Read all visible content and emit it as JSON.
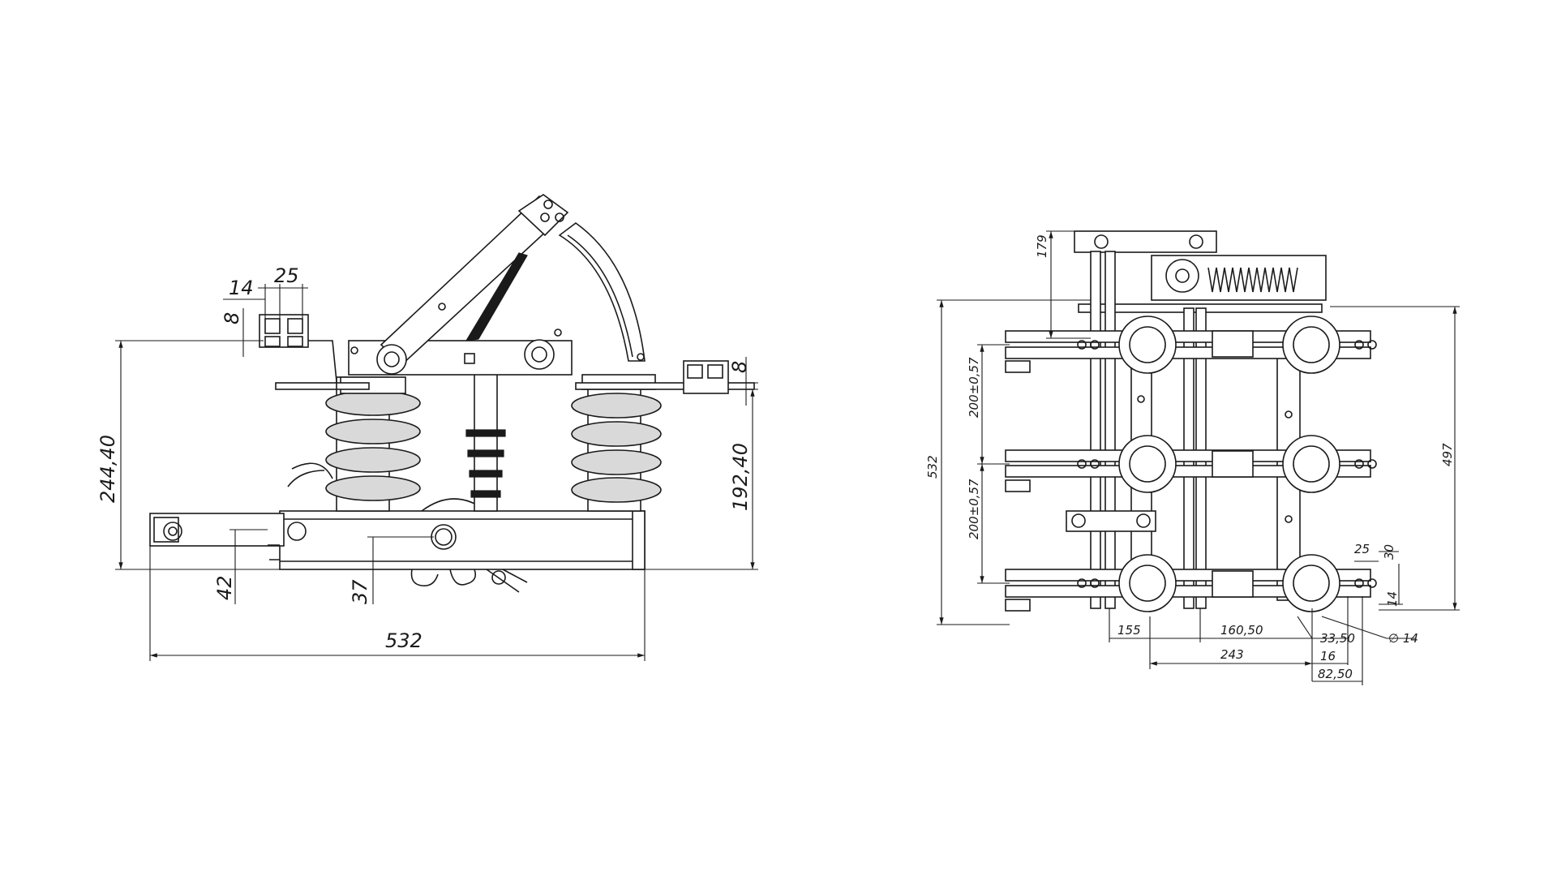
{
  "side_view": {
    "dimensions": {
      "pitch_14": "14",
      "pitch_25": "25",
      "terminal_8_left": "8",
      "terminal_8_right": "8",
      "height_244": "244,40",
      "height_192": "192,40",
      "offset_42": "42",
      "offset_37": "37",
      "length_532": "532"
    }
  },
  "plan_view": {
    "dimensions": {
      "top_179": "179",
      "spacing_upper": "200±0,57",
      "spacing_lower": "200±0,57",
      "width_532": "532",
      "height_497": "497",
      "hole_pitch_25": "25",
      "hole_offset_30": "30",
      "edge_14": "14",
      "span_155": "155",
      "span_160": "160,50",
      "span_33": "33,50",
      "hole_diameter": "∅ 14",
      "span_243": "243",
      "span_16": "16",
      "span_82": "82,50"
    }
  }
}
